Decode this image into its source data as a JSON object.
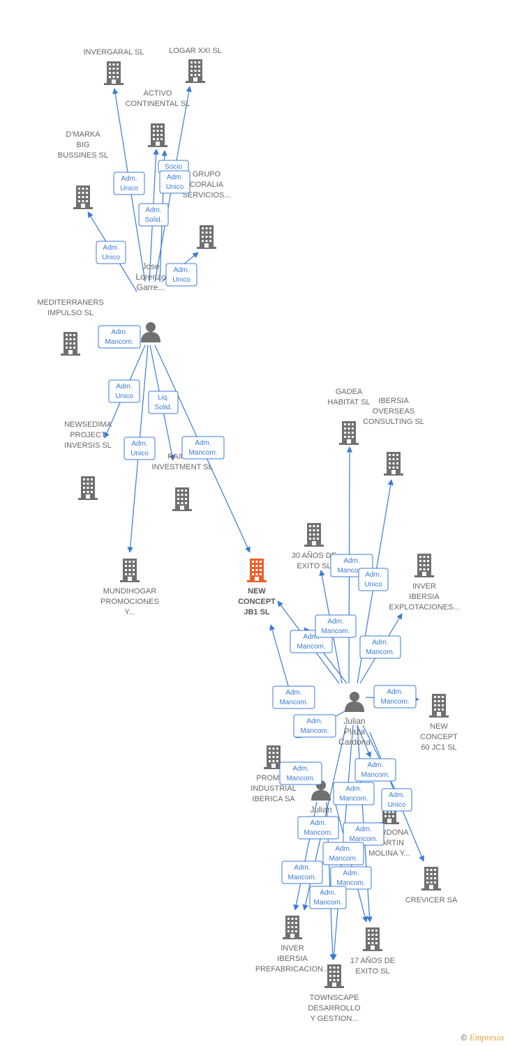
{
  "colors": {
    "edge": "#3a7bd5",
    "company": "#707070",
    "main_company": "#e8602c",
    "person": "#707070"
  },
  "companies": [
    {
      "id": "invergaral",
      "lines": [
        "INVERGARAL SL"
      ]
    },
    {
      "id": "logar",
      "lines": [
        "LOGAR XXI  SL"
      ]
    },
    {
      "id": "activo",
      "lines": [
        "ACTIVO",
        "CONTINENTAL SL"
      ]
    },
    {
      "id": "dmarka",
      "lines": [
        "D'MARKA",
        "BIG",
        "BUSSINES SL"
      ]
    },
    {
      "id": "coralia",
      "lines": [
        "GRUPO",
        "CORALIA",
        "SERVICIOS..."
      ]
    },
    {
      "id": "mediterraners",
      "lines": [
        "MEDITERRANERS",
        "IMPULSO  SL"
      ]
    },
    {
      "id": "newsedima",
      "lines": [
        "NEWSEDIMA",
        "PROJECT",
        "INVERSIS SL"
      ]
    },
    {
      "id": "rainde",
      "lines": [
        "RAINDE",
        "INVESTMENT SL"
      ]
    },
    {
      "id": "mundihogar",
      "lines": [
        "MUNDIHOGAR",
        "PROMOCIONES",
        "Y..."
      ]
    },
    {
      "id": "newconcept1",
      "lines": [
        "NEW",
        "CONCEPT",
        "JB1  SL"
      ],
      "main": true
    },
    {
      "id": "gadea",
      "lines": [
        "GADEA",
        "HABITAT  SL"
      ]
    },
    {
      "id": "ibersia_overseas",
      "lines": [
        "IBERSIA",
        "OVERSEAS",
        "CONSULTING SL"
      ]
    },
    {
      "id": "anos30",
      "lines": [
        "30 AÑOS DE",
        "EXITO SL"
      ]
    },
    {
      "id": "inver_explot",
      "lines": [
        "INVER",
        "IBERSIA",
        "EXPLOTACIONES..."
      ]
    },
    {
      "id": "newconcept60",
      "lines": [
        "NEW",
        "CONCEPT",
        "60 JC1 SL"
      ]
    },
    {
      "id": "promoc",
      "lines": [
        "PROMOC",
        "INDUSTRIAL",
        "IBERICA SA"
      ]
    },
    {
      "id": "cardona",
      "lines": [
        "CARDONA",
        "MARTIN",
        "MOLINA Y..."
      ]
    },
    {
      "id": "crevicer",
      "lines": [
        "CREVICER SA"
      ]
    },
    {
      "id": "inver_prefab",
      "lines": [
        "INVER",
        "IBERSIA",
        "PREFABRICACION..."
      ]
    },
    {
      "id": "anos17",
      "lines": [
        "17 AÑOS DE",
        "EXITO SL"
      ]
    },
    {
      "id": "townscape",
      "lines": [
        "TOWNSCAPE",
        "DESARROLLO",
        "Y GESTION..."
      ]
    }
  ],
  "persons": [
    {
      "id": "jose",
      "lines": [
        "Jose",
        "Lorenzo",
        "Garre..."
      ]
    },
    {
      "id": "julian_plaza",
      "lines": [
        "Julian",
        "Plaza",
        "Cardona"
      ]
    },
    {
      "id": "julian2",
      "lines": [
        "Julian"
      ]
    }
  ],
  "relations": [
    {
      "lines": [
        "Adm.",
        "Unico"
      ]
    },
    {
      "lines": [
        "Socio"
      ]
    },
    {
      "lines": [
        "Adm.",
        "Unico"
      ]
    },
    {
      "lines": [
        "Adm.",
        "Solid."
      ]
    },
    {
      "lines": [
        "Adm.",
        "Unico"
      ]
    },
    {
      "lines": [
        "Adm.",
        "Unico"
      ]
    },
    {
      "lines": [
        "Adm.",
        "Mancom."
      ]
    },
    {
      "lines": [
        "Adm.",
        "Unico"
      ]
    },
    {
      "lines": [
        "Liq.",
        "Solid."
      ]
    },
    {
      "lines": [
        "Adm.",
        "Unico"
      ]
    },
    {
      "lines": [
        "Adm.",
        "Mancom."
      ]
    },
    {
      "lines": [
        "Adm.",
        "Mancom."
      ]
    },
    {
      "lines": [
        "Adm.",
        "Unico"
      ]
    },
    {
      "lines": [
        "Adm.",
        "Mancom."
      ]
    },
    {
      "lines": [
        "Adm.",
        "Mancom."
      ]
    },
    {
      "lines": [
        "Adm.",
        "Mancom."
      ]
    },
    {
      "lines": [
        "Adm.",
        "Mancom."
      ]
    },
    {
      "lines": [
        "Adm.",
        "Mancom."
      ]
    },
    {
      "lines": [
        "Adm.",
        "Mancom."
      ]
    },
    {
      "lines": [
        "Adm.",
        "Mancom."
      ]
    },
    {
      "lines": [
        "Adm.",
        "Mancom."
      ]
    },
    {
      "lines": [
        "Adm.",
        "Mancom."
      ]
    },
    {
      "lines": [
        "Adm.",
        "Unico"
      ]
    },
    {
      "lines": [
        "Adm.",
        "Mancom."
      ]
    },
    {
      "lines": [
        "Adm.",
        "Mancom."
      ]
    },
    {
      "lines": [
        "Adm.",
        "Mancom."
      ]
    },
    {
      "lines": [
        "Adm.",
        "Mancom."
      ]
    },
    {
      "lines": [
        "Adm.",
        "Mancom."
      ]
    },
    {
      "lines": [
        "Adm.",
        "Mancom."
      ]
    }
  ],
  "footer": {
    "copyright_symbol": "©",
    "brand": "Empresia"
  }
}
